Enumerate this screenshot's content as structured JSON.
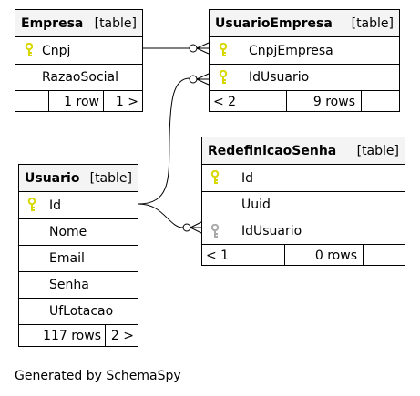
{
  "tables": {
    "empresa": {
      "name": "Empresa",
      "type": "[table]",
      "columns": [
        "Cnpj",
        "RazaoSocial"
      ],
      "footer": {
        "rows": "1 row",
        "children": "1 >"
      }
    },
    "usuario_empresa": {
      "name": "UsuarioEmpresa",
      "type": "[table]",
      "columns": [
        "CnpjEmpresa",
        "IdUsuario"
      ],
      "footer": {
        "parents": "< 2",
        "rows": "9 rows"
      }
    },
    "redefinicao_senha": {
      "name": "RedefinicaoSenha",
      "type": "[table]",
      "columns": [
        "Id",
        "Uuid",
        "IdUsuario"
      ],
      "footer": {
        "parents": "< 1",
        "rows": "0 rows"
      }
    },
    "usuario": {
      "name": "Usuario",
      "type": "[table]",
      "columns": [
        "Id",
        "Nome",
        "Email",
        "Senha",
        "UfLotacao"
      ],
      "footer": {
        "rows": "117 rows",
        "children": "2 >"
      }
    }
  },
  "colors": {
    "key_primary": "#d8d800",
    "key_foreign": "#aaaaaa",
    "header_bg": "#f4f4f4"
  },
  "icons": {
    "primary_key": "key-icon",
    "foreign_key": "key-icon-gray"
  },
  "generated_by": "Generated by SchemaSpy"
}
